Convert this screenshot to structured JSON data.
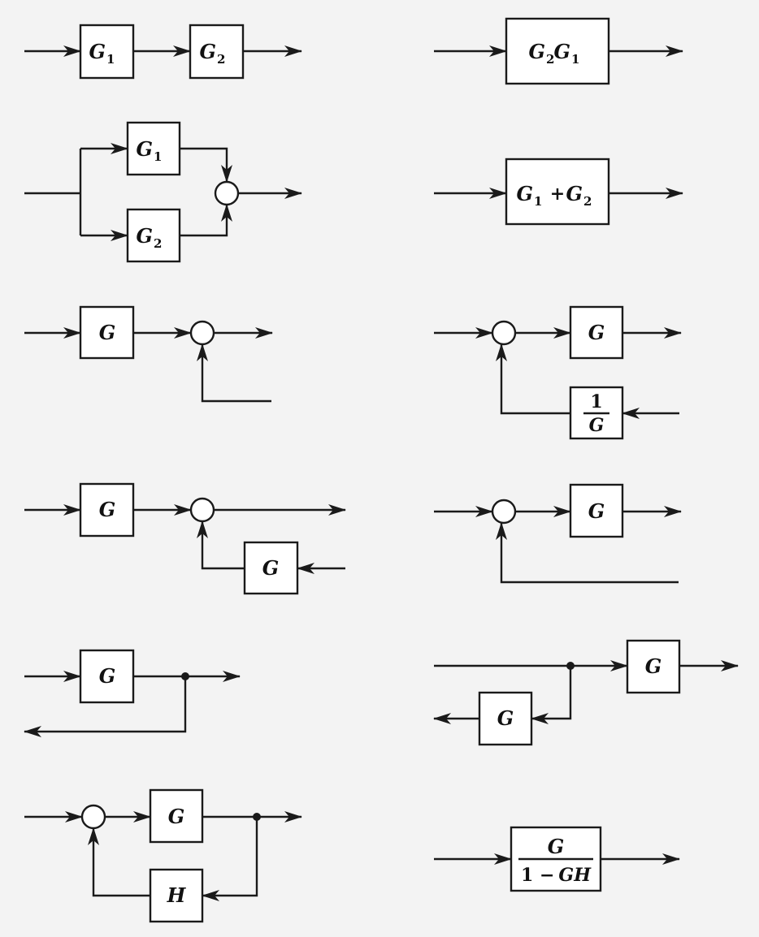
{
  "labels": {
    "g1": "G",
    "g1_sub": "1",
    "g2": "G",
    "g2_sub": "2",
    "g": "G",
    "h": "H",
    "one": "1",
    "plus": "+",
    "one_minus": "1 −",
    "gh": "GH"
  },
  "colors": {
    "line": "#1a1a1a",
    "background": "#f3f3f3",
    "block_fill": "#ffffff"
  }
}
